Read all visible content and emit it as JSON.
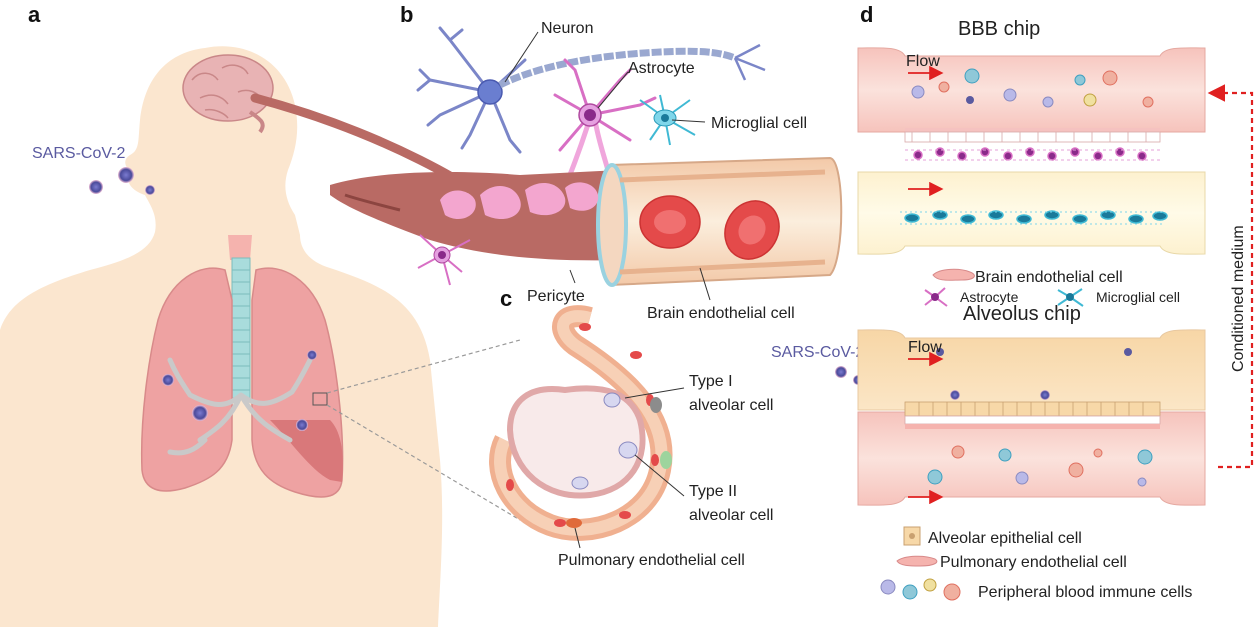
{
  "panels": {
    "a": {
      "letter": "a",
      "virus_label": "SARS-CoV-2"
    },
    "b": {
      "letter": "b",
      "labels": {
        "neuron": "Neuron",
        "astrocyte": "Astrocyte",
        "microglial": "Microglial cell",
        "pericyte": "Pericyte",
        "brain_endothelial": "Brain endothelial cell"
      }
    },
    "c": {
      "letter": "c",
      "labels": {
        "type1_line1": "Type I",
        "type1_line2": "alveolar cell",
        "type2_line1": "Type II",
        "type2_line2": "alveolar cell",
        "pulmonary_endothelial": "Pulmonary endothelial cell"
      }
    },
    "d": {
      "letter": "d",
      "bbb_title": "BBB chip",
      "alveolus_title": "Alveolus chip",
      "flow_label": "Flow",
      "virus_label": "SARS-CoV-2",
      "conditioned_medium": "Conditioned medium",
      "bbb_legend": {
        "brain_endothelial": "Brain endothelial cell",
        "astrocyte": "Astrocyte",
        "microglial": "Microglial cell"
      },
      "alveolus_legend": {
        "epithelial": "Alveolar epithelial cell",
        "pulmonary_endothelial": "Pulmonary endothelial cell",
        "immune": "Peripheral blood immune cells"
      }
    }
  },
  "colors": {
    "skin": "#fbe6cf",
    "lung": "#eea2a2",
    "trachea": "#a9dcdc",
    "vessel": "#c97a72",
    "astrocyte": "#d86fc4",
    "microglia": "#3fb9d4",
    "virus": "#5a5aa0",
    "arrow": "#e02020"
  }
}
